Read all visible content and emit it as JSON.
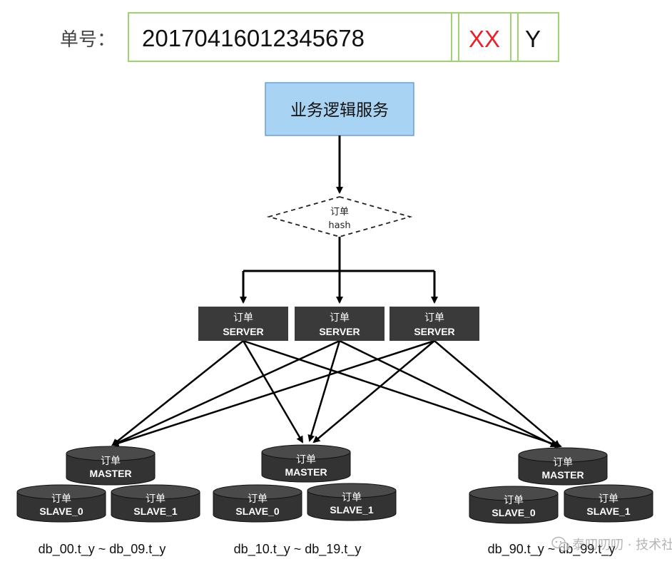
{
  "order_label": "单号：",
  "order_number": "20170416012345678",
  "order_xx": "XX",
  "order_y": "Y",
  "colors": {
    "order_box_border": "#9ed46f",
    "xx_text": "#e8222a",
    "service_fill": "#a9d3f3",
    "service_border": "#6a9fd8",
    "dark_node": "#3a3a3a",
    "arrow": "#000000"
  },
  "service_box": {
    "label": "业务逻辑服务"
  },
  "hash_node": {
    "line1": "订单",
    "line2": "hash"
  },
  "servers": [
    {
      "line1": "订单",
      "line2": "SERVER"
    },
    {
      "line1": "订单",
      "line2": "SERVER"
    },
    {
      "line1": "订单",
      "line2": "SERVER"
    }
  ],
  "clusters": [
    {
      "master": {
        "line1": "订单",
        "line2": "MASTER"
      },
      "slaves": [
        {
          "line1": "订单",
          "line2": "SLAVE_0"
        },
        {
          "line1": "订单",
          "line2": "SLAVE_1"
        }
      ],
      "range": "db_00.t_y ~ db_09.t_y"
    },
    {
      "master": {
        "line1": "订单",
        "line2": "MASTER"
      },
      "slaves": [
        {
          "line1": "订单",
          "line2": "SLAVE_0"
        },
        {
          "line1": "订单",
          "line2": "SLAVE_1"
        }
      ],
      "range": "db_10.t_y ~ db_19.t_y"
    },
    {
      "master": {
        "line1": "订单",
        "line2": "MASTER"
      },
      "slaves": [
        {
          "line1": "订单",
          "line2": "SLAVE_0"
        },
        {
          "line1": "订单",
          "line2": "SLAVE_1"
        }
      ],
      "range": "db_90.t_y ~ db_99.t_y"
    }
  ],
  "watermark": "泰叨叨叨 · 技术社区",
  "watermark_icon": "wechat-icon"
}
